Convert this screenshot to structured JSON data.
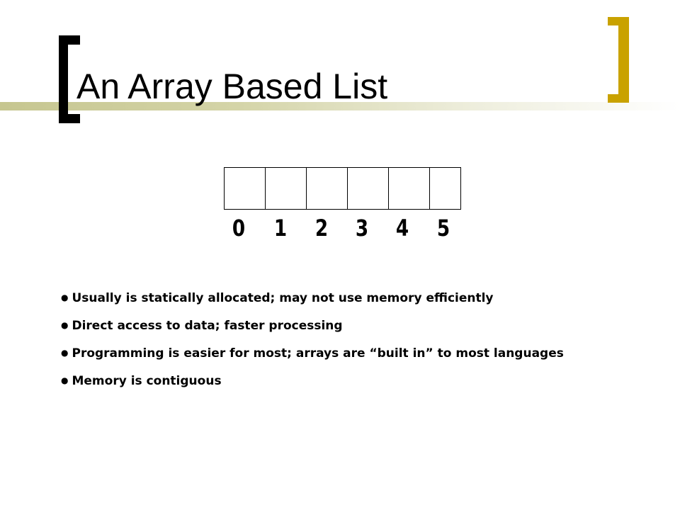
{
  "slide": {
    "title": "An Array Based List",
    "array": {
      "indices": [
        "0",
        "1",
        "2",
        "3",
        "4",
        "5"
      ]
    },
    "bullets": [
      "Usually is statically allocated;  may not use  memory efficiently",
      "Direct access to data; faster processing",
      "Programming is easier for most;  arrays are “built in” to most languages",
      "Memory is contiguous"
    ],
    "colors": {
      "left_bracket": "#000000",
      "right_bracket": "#c9a200",
      "band": "#c6c690"
    }
  }
}
